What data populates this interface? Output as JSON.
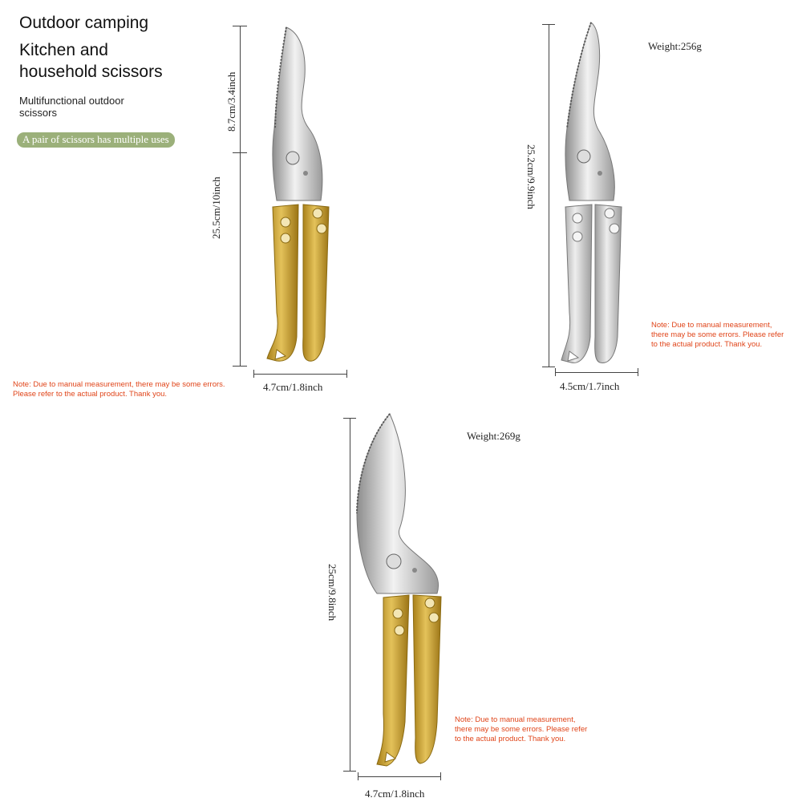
{
  "intro": {
    "title_line1": "Outdoor camping",
    "title_line2": "Kitchen and",
    "title_line3": "household scissors",
    "subtitle_line1": "Multifunctional outdoor",
    "subtitle_line2": "scissors",
    "badge": "A pair of scissors has multiple uses"
  },
  "product1": {
    "dim_top_blade": "8.7cm/3.4inch",
    "dim_height": "25.5cm/10inch",
    "dim_width": "4.7cm/1.8inch",
    "handle_color": "gold",
    "note_line1": "Note: Due to manual measurement, there may be some errors.",
    "note_line2": "Please refer to the actual product. Thank you."
  },
  "product2": {
    "weight": "Weight:256g",
    "dim_height": "25.2cm/9.9inch",
    "dim_width": "4.5cm/1.7inch",
    "handle_color": "silver",
    "note_line1": "Note: Due to manual measurement,",
    "note_line2": "there may be some errors. Please refer",
    "note_line3": "to the actual product. Thank you."
  },
  "product3": {
    "weight": "Weight:269g",
    "dim_height": "25cm/9.8inch",
    "dim_width": "4.7cm/1.8inch",
    "handle_color": "gold",
    "note_line1": "Note: Due to manual measurement,",
    "note_line2": "there may be some errors. Please refer",
    "note_line3": "to the actual product. Thank you."
  },
  "colors": {
    "badge_bg": "#9bb07a",
    "note_text": "#e0451a",
    "gold": "#c9a227",
    "silver": "#c8c8c8"
  }
}
